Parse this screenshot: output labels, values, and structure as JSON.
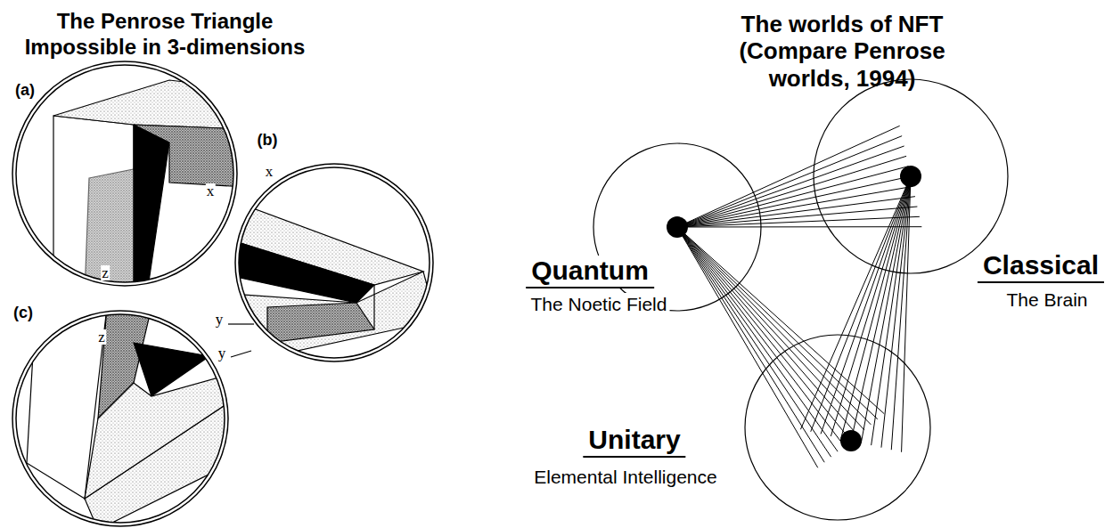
{
  "diagram": {
    "title": "The Penrose Triangle Impossible in 3-dimensions",
    "nodes": [
      {
        "text": [
          "Quantum",
          "The Noetic Field"
        ]
      },
      {
        "text": [
          "Classical",
          "The Brain"
        ]
      },
      {
        "text": [
          "Unitary",
          "Elemental Intelligence"
        ]
      }
    ],
    "edges": [
      {
        "from": 0,
        "to": 1,
        "arrow": "none"
      },
      {
        "from": 1,
        "to": 2,
        "arrow": "none"
      },
      {
        "from": 0,
        "to": 2,
        "arrow": "none"
      }
    ],
    "labels": [
      "The worlds of NFT",
      "(Compare Penrose worlds, 1994)",
      "(a)",
      "(b)",
      "(c)",
      "x",
      "z",
      "x",
      "y",
      "z",
      "y"
    ]
  }
}
